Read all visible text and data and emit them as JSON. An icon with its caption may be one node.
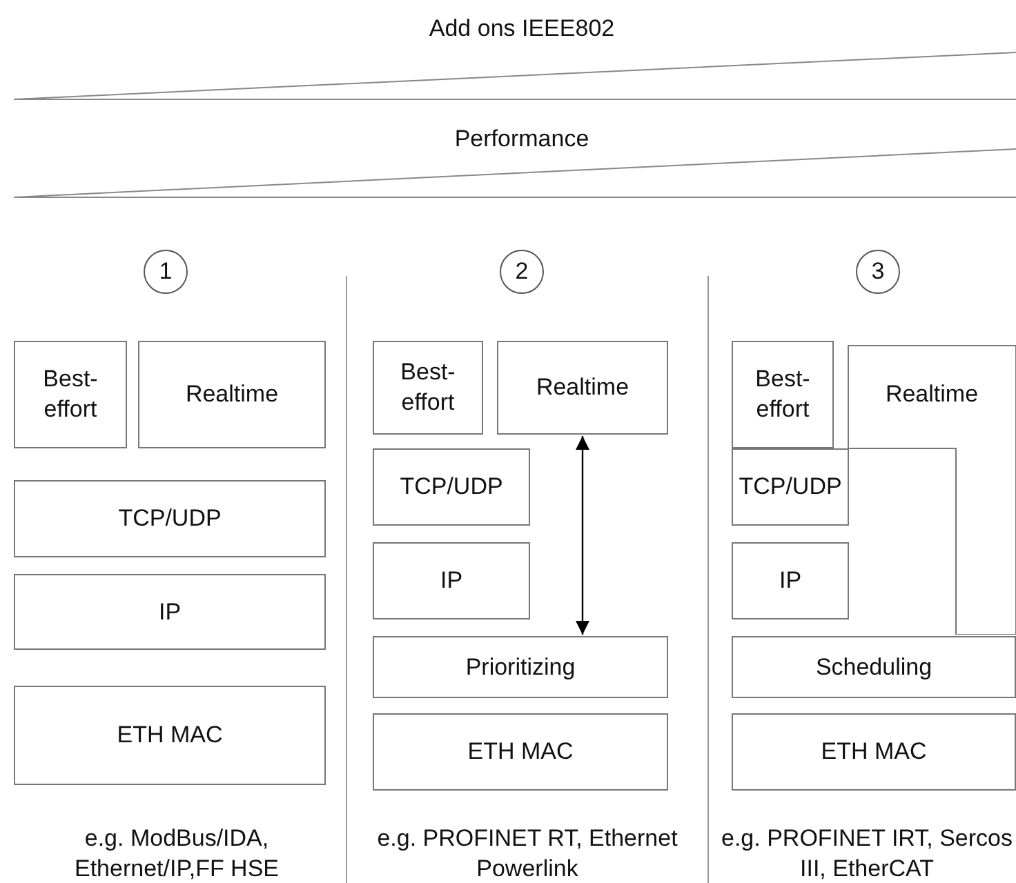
{
  "diagram": {
    "nodes": [
      {
        "text": [
          "1"
        ]
      },
      {
        "text": [
          "Best-effort"
        ]
      },
      {
        "text": [
          "Realtime"
        ]
      },
      {
        "text": [
          "TCP/UDP"
        ]
      },
      {
        "text": [
          "IP"
        ]
      },
      {
        "text": [
          "ETH MAC"
        ]
      },
      {
        "text": [
          "2"
        ]
      },
      {
        "text": [
          "Best-effort"
        ]
      },
      {
        "text": [
          "Realtime"
        ]
      },
      {
        "text": [
          "TCP/UDP"
        ]
      },
      {
        "text": [
          "IP"
        ]
      },
      {
        "text": [
          "Prioritizing"
        ]
      },
      {
        "text": [
          "ETH MAC"
        ]
      },
      {
        "text": [
          "3"
        ]
      },
      {
        "text": [
          "Best-effort"
        ]
      },
      {
        "text": [
          "Realtime"
        ]
      },
      {
        "text": [
          "TCP/UDP"
        ]
      },
      {
        "text": [
          "IP"
        ]
      },
      {
        "text": [
          "Scheduling"
        ]
      },
      {
        "text": [
          "ETH MAC"
        ]
      }
    ],
    "edges": [
      {
        "from": 8,
        "to": 11,
        "arrow": "both"
      }
    ],
    "labels": [
      "Add ons IEEE802",
      "Performance",
      "e.g. ModBus/IDA, Ethernet/IP,FF HSE",
      "e.g. PROFINET RT, Ethernet Powerlink",
      "e.g. PROFINET IRT, Sercos III, EtherCAT"
    ]
  }
}
